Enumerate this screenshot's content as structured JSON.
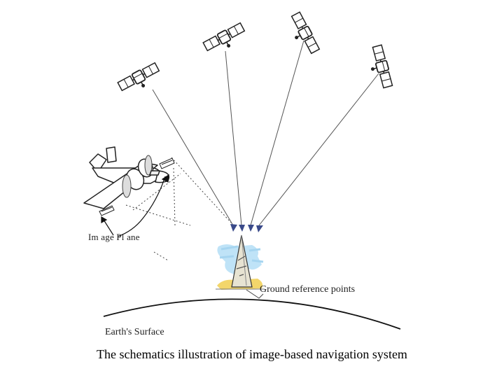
{
  "labels": {
    "image_plane": "Im age Pl ane",
    "ground_reference": "Ground reference points",
    "earth_surface": "Earth's Surface"
  },
  "caption": "The schematics illustration of image-based navigation system",
  "colors": {
    "line": "#555555",
    "arrow": "#3a4a8a",
    "earth": "#111111",
    "tower_glow": "#bfe3f7",
    "tower_base": "#f3d66b"
  },
  "icons": {
    "satellite": "satellite-icon",
    "aircraft": "airplane-icon",
    "tower": "reference-tower-icon"
  }
}
